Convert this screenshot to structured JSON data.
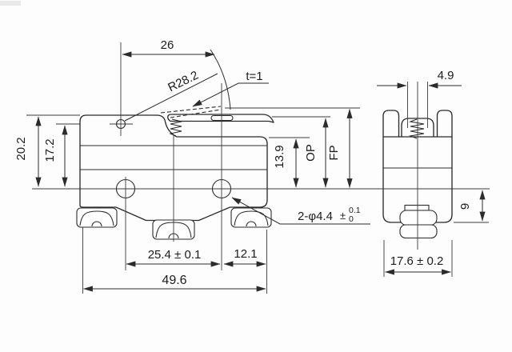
{
  "meta": {
    "description": "Micro switch technical dimension drawing, front view and side view",
    "colors": {
      "line": "#2b2b2b",
      "background": "#fdfdfd"
    }
  },
  "labels": {
    "lever_offset": "26",
    "lever_radius": "R28.2",
    "lever_thickness": "t=1",
    "total_height": "20.2",
    "pivot_height": "17.2",
    "body_height": "13.9",
    "operating_position": "OP",
    "free_position": "FP",
    "mounting_holes": "2-φ4.4",
    "tolerance_sign": "±",
    "tolerance_upper": "0.1",
    "tolerance_lower": "0",
    "hole_pitch": "25.4 ± 0.1",
    "hole_to_edge": "12.1",
    "total_width": "49.6",
    "plunger_width": "4.9",
    "base_height": "9",
    "body_depth": "17.6 ± 0.2"
  }
}
